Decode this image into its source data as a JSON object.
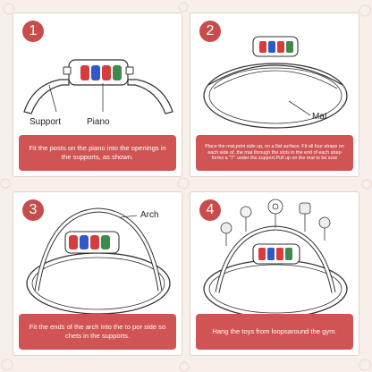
{
  "steps": [
    {
      "number": "1",
      "labels": {
        "support": "Support",
        "piano": "Piano"
      },
      "caption": "Fit the posts on the piano into the openings in the supports, as shown."
    },
    {
      "number": "2",
      "labels": {
        "mat": "Mat"
      },
      "caption": "Place the mat,print side up, on a flat surface. Fit all four straps on each side of, the mat through the slots in the end of each strap forms a \"T\" under the support.Pull up on the mat to be sure"
    },
    {
      "number": "3",
      "labels": {
        "arch": "Arch"
      },
      "caption": "Fit the ends of the arch into the to por side so chets in the supports."
    },
    {
      "number": "4",
      "labels": {},
      "caption": "Hang the toys from loopsaround the gym."
    }
  ],
  "colors": {
    "accent_red": "#d15454",
    "number_badge": "#c74d4d",
    "piano_red": "#d63c3c",
    "piano_blue": "#2f59c9",
    "piano_green": "#3f8a4a"
  }
}
